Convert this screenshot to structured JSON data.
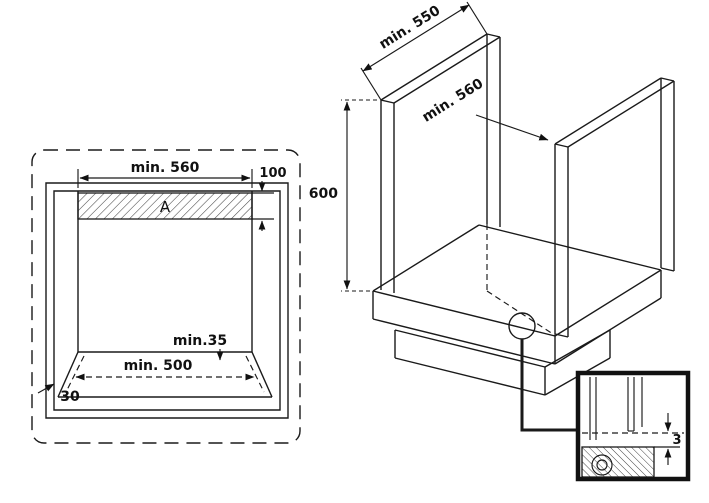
{
  "diagram": {
    "front_view": {
      "dim_top_width": "min. 560",
      "dim_top_height": "100",
      "area_label": "A",
      "dim_bottom_clearance": "min.35",
      "dim_bottom_width": "min. 500",
      "dim_side": "30"
    },
    "iso_view": {
      "dim_depth": "min. 550",
      "dim_width": "min. 560",
      "dim_height": "600"
    },
    "detail": {
      "dim_gap": "3"
    },
    "colors": {
      "line": "#1a1a1a",
      "background": "#ffffff"
    }
  }
}
